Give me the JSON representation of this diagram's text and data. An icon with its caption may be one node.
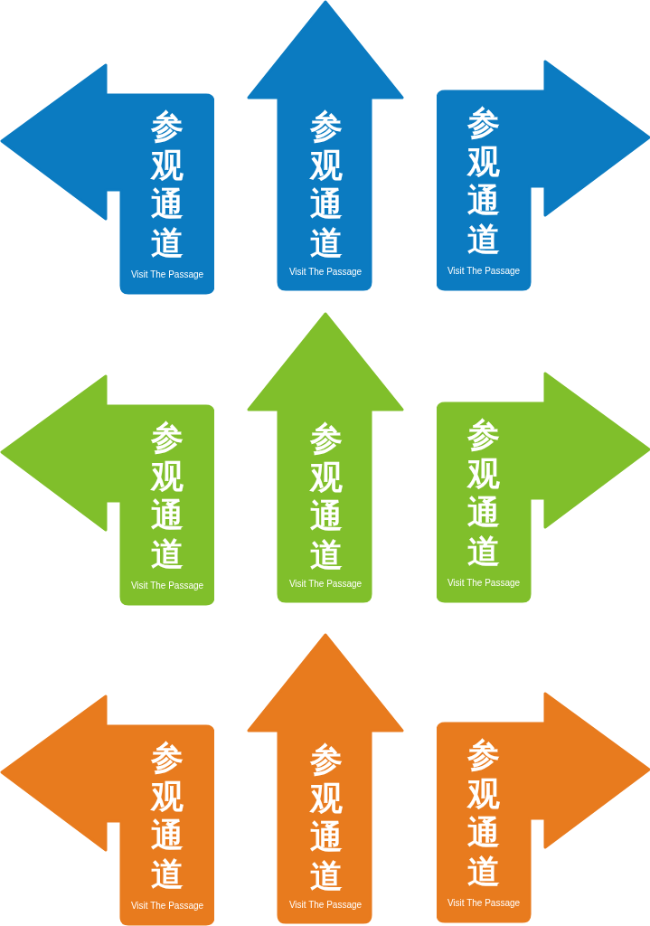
{
  "diagram": {
    "nodes": [
      {
        "text": [
          "参观通道",
          "Visit The Passage"
        ]
      },
      {
        "text": [
          "参观通道",
          "Visit The Passage"
        ]
      },
      {
        "text": [
          "参观通道",
          "Visit The Passage"
        ]
      },
      {
        "text": [
          "参观通道",
          "Visit The Passage"
        ]
      },
      {
        "text": [
          "参观通道",
          "Visit The Passage"
        ]
      },
      {
        "text": [
          "参观通道",
          "Visit The Passage"
        ]
      },
      {
        "text": [
          "参观通道",
          "Visit The Passage"
        ]
      },
      {
        "text": [
          "参观通道",
          "Visit The Passage"
        ]
      },
      {
        "text": [
          "参观通道",
          "Visit The Passage"
        ]
      }
    ]
  }
}
